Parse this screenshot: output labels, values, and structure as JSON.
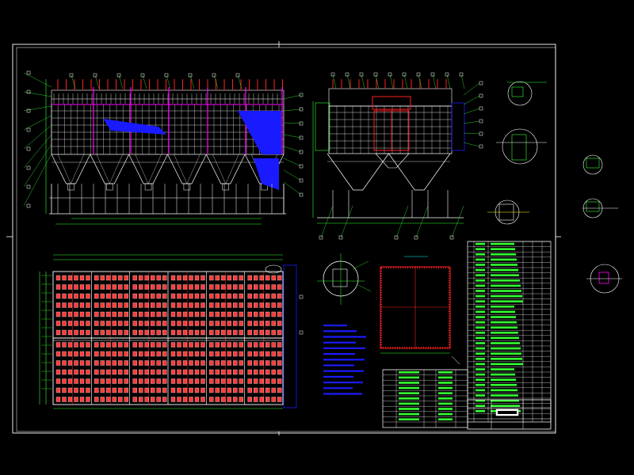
{
  "drawing": {
    "background": "#000000",
    "colors": {
      "frame": "#ffffff",
      "structure": "#ffffff",
      "bag": "#ff3b3b",
      "accent_red": "#ff2020",
      "magenta": "#ff00ff",
      "blue": "#1a1aff",
      "dim": "#33ff33",
      "yellow": "#ffff00",
      "cyan": "#00ffff"
    }
  },
  "layout_counts": {
    "hoppers_front": 6,
    "hoppers_side": 2,
    "compartments_plan": 6
  },
  "title_block": {
    "name_code": "",
    "company": ""
  }
}
